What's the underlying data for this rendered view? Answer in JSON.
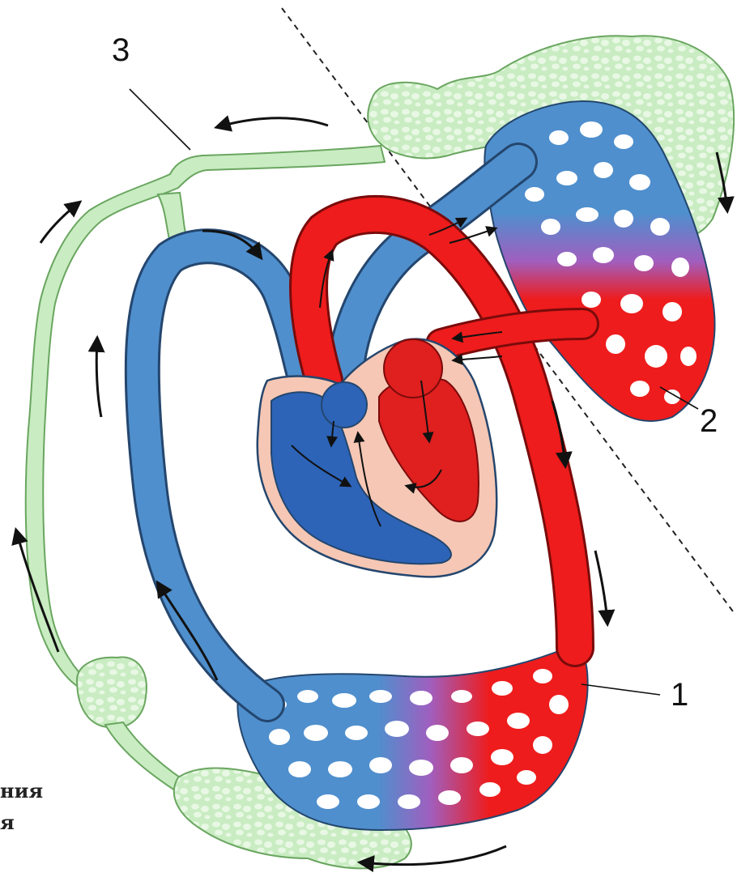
{
  "labels": [
    {
      "id": "1",
      "text": "1"
    },
    {
      "id": "2",
      "text": "2"
    },
    {
      "id": "3",
      "text": "3"
    }
  ],
  "partial_text": [
    "ния",
    "я"
  ],
  "colors": {
    "vein": "#4f8fcd",
    "vein_dark": "#24466e",
    "artery": "#ee1c1c",
    "artery_dark": "#7a0b0b",
    "capillary_mix": "#a05fbf",
    "lymph": "#c9ecc2",
    "lymph_edge": "#6aa660",
    "heart_tissue": "#f5c7b4",
    "heart_blue": "#2d64b8",
    "heart_red": "#e01f1f"
  }
}
